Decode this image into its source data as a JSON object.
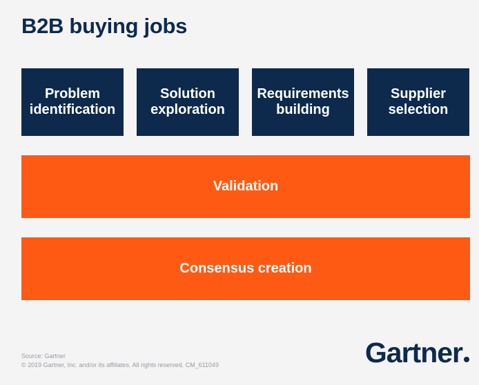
{
  "title": "B2B buying jobs",
  "stages": [
    {
      "line1": "Problem",
      "line2": "identification"
    },
    {
      "line1": "Solution",
      "line2": "exploration"
    },
    {
      "line1": "Requirements",
      "line2": "building"
    },
    {
      "line1": "Supplier",
      "line2": "selection"
    }
  ],
  "bands": [
    "Validation",
    "Consensus creation"
  ],
  "footer": {
    "source": "Source: Gartner",
    "copyright": "© 2019 Gartner, Inc. and/or its affiliates. All rights reserved. CM_611049"
  },
  "logo": {
    "text": "Gartner",
    "dot": "."
  },
  "colors": {
    "navy": "#0d2a4d",
    "orange": "#ff5a14",
    "background": "#f4f4f5"
  }
}
